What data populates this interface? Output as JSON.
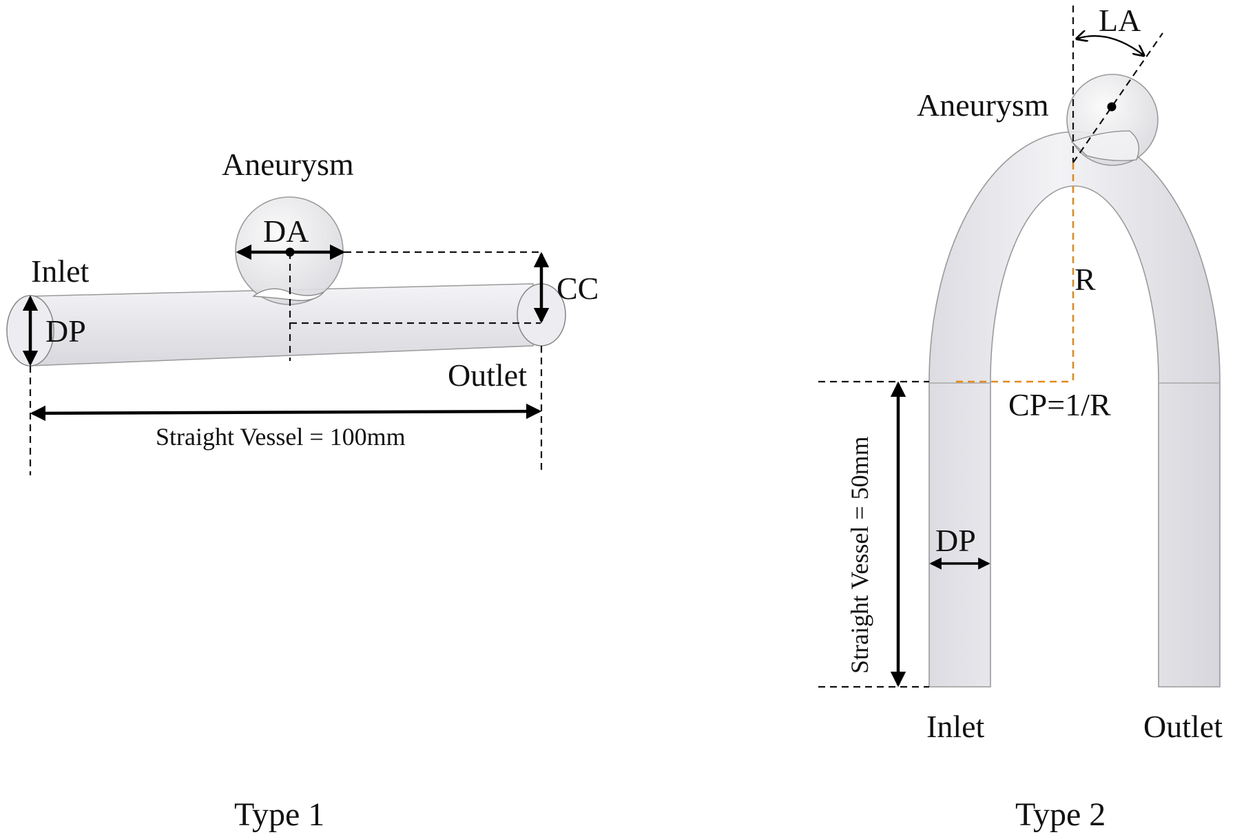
{
  "type1": {
    "aneurysm_label": "Aneurysm",
    "da_label": "DA",
    "inlet_label": "Inlet",
    "dp_label": "DP",
    "cc_label": "CC",
    "outlet_label": "Outlet",
    "length_label": "Straight Vessel = 100mm",
    "caption": "Type 1"
  },
  "type2": {
    "la_label": "LA",
    "aneurysm_label": "Aneurysm",
    "r_label": "R",
    "cp_label": "CP=1/R",
    "length_label": "Straight Vessel = 50mm",
    "dp_label": "DP",
    "inlet_label": "Inlet",
    "outlet_label": "Outlet",
    "caption": "Type 2"
  },
  "colors": {
    "vessel_fill": "#ececf0",
    "outline": "#9a9a9a",
    "radius_dash": "#e08a1e",
    "ink": "#111111"
  }
}
